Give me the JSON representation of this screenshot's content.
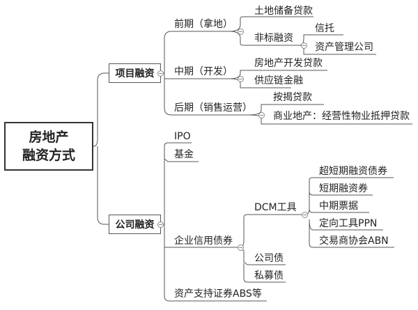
{
  "root": {
    "line1": "房地产",
    "line2": "融资方式"
  },
  "project": {
    "label": "项目融资",
    "early": {
      "label": "前期（拿地）",
      "land": "土地储备贷款",
      "nonstd": "非标融资",
      "trust": "信托",
      "amp": "资产管理公司"
    },
    "mid": {
      "label": "中期（开发）",
      "dev_loan": "房地产开发贷款",
      "supply": "供应链金融"
    },
    "late": {
      "label": "后期（销售运营）",
      "mortgage": "按揭贷款",
      "commercial": "商业地产：经营性物业抵押贷款"
    }
  },
  "company": {
    "label": "公司融资",
    "ipo": "IPO",
    "fund": "基金",
    "credit": {
      "label": "企业信用债券",
      "dcm": {
        "label": "DCM工具",
        "items": [
          "超短期融资债券",
          "短期融资券",
          "中期票据",
          "定向工具PPN",
          "交易商协会ABN"
        ]
      },
      "corp_bond": "公司债",
      "private_bond": "私募债"
    },
    "abs": "资产支持证券ABS等"
  },
  "colors": {
    "line": "#555555",
    "text": "#222222",
    "root_border": "#333333"
  }
}
